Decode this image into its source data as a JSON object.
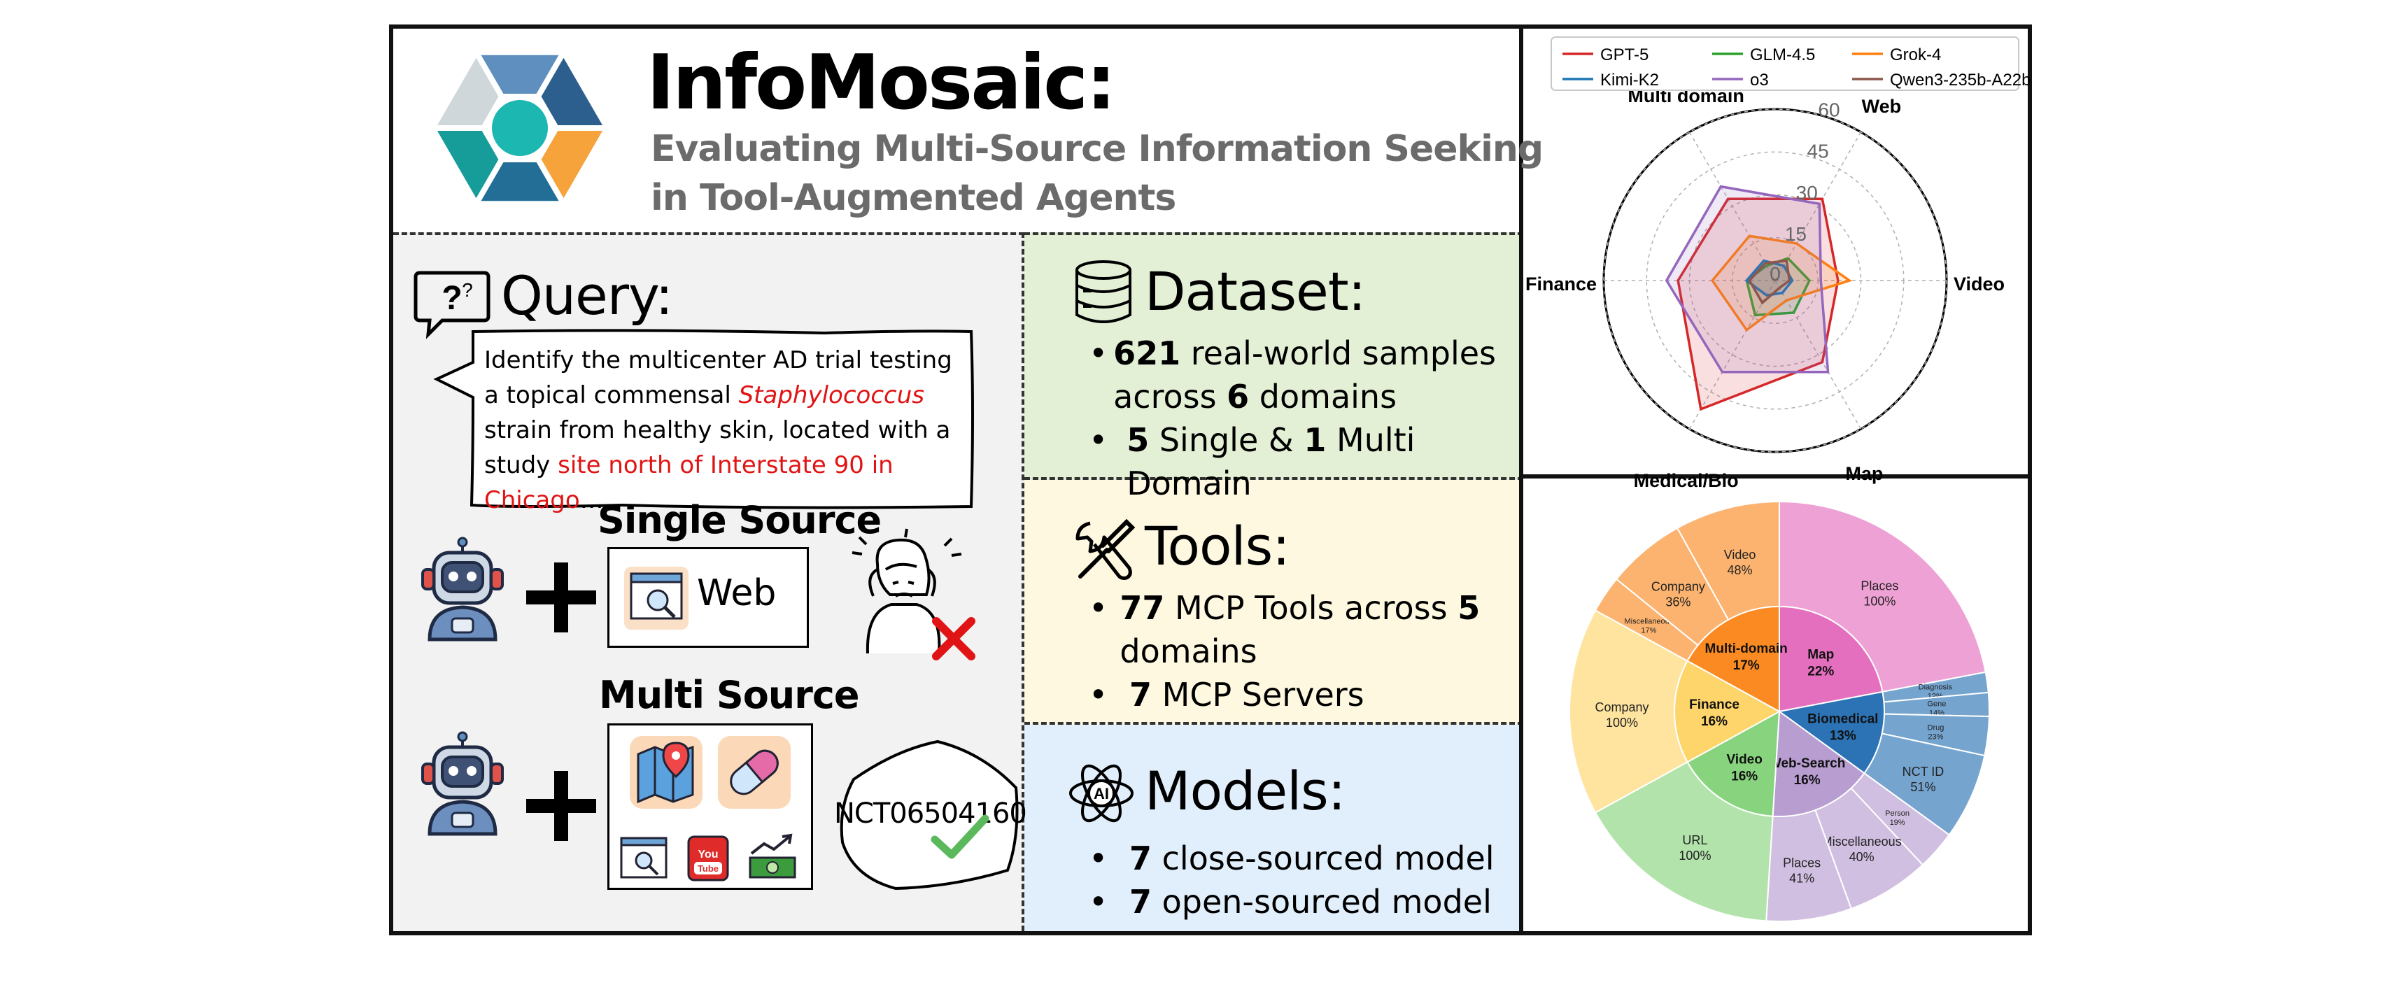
{
  "header": {
    "title": "InfoMosaic:",
    "subtitle_line1": "Evaluating Multi-Source Information Seeking",
    "subtitle_line2": "in Tool-Augmented Agents"
  },
  "query": {
    "heading": "Query:",
    "text_parts": [
      {
        "t": "Identify the multicenter AD trial testing a topical commensal ",
        "style": "normal"
      },
      {
        "t": "Staphylococcus",
        "style": "red-italic"
      },
      {
        "t": " strain from healthy skin, located with a study ",
        "style": "normal"
      },
      {
        "t": "site north of Interstate 90 in Chicago",
        "style": "red"
      },
      {
        "t": "….",
        "style": "normal"
      }
    ],
    "single_source_label": "Single Source",
    "web_label": "Web",
    "multi_source_label": "Multi Source",
    "answer": "NCT06504160"
  },
  "dataset": {
    "heading": "Dataset:",
    "bullets": [
      [
        {
          "t": "621",
          "b": true
        },
        {
          "t": " real-world samples across ",
          "b": false
        },
        {
          "t": "6",
          "b": true
        },
        {
          "t": " domains",
          "b": false
        }
      ],
      [
        {
          "t": "5",
          "b": true
        },
        {
          "t": " Single & ",
          "b": false
        },
        {
          "t": "1",
          "b": true
        },
        {
          "t": " Multi Domain",
          "b": false
        }
      ]
    ]
  },
  "tools": {
    "heading": "Tools:",
    "bullets": [
      [
        {
          "t": "77",
          "b": true
        },
        {
          "t": " MCP Tools across ",
          "b": false
        },
        {
          "t": "5",
          "b": true
        },
        {
          "t": " domains",
          "b": false
        }
      ],
      [
        {
          "t": "7",
          "b": true
        },
        {
          "t": " MCP Servers",
          "b": false
        }
      ]
    ]
  },
  "models": {
    "heading": "Models:",
    "bullets": [
      [
        {
          "t": "7",
          "b": true
        },
        {
          "t": " close-sourced model",
          "b": false
        }
      ],
      [
        {
          "t": "7",
          "b": true
        },
        {
          "t": " open-sourced model",
          "b": false
        }
      ]
    ]
  },
  "icons": {
    "logo": "hexagon-mosaic-logo",
    "query": "question-speech-bubble-icon",
    "robot": "robot-agent-icon",
    "web": "browser-search-icon",
    "frustrated": "frustrated-person-icon",
    "cross": "red-cross-icon",
    "map": "map-pin-icon",
    "pill": "pill-icon",
    "youtube": "youtube-icon",
    "money": "money-chart-icon",
    "check": "green-check-icon",
    "database": "database-icon",
    "tools": "wrench-screwdriver-icon",
    "ai": "ai-atom-icon"
  },
  "colors": {
    "query_bg": "#f2f2f2",
    "dataset_bg": "#e3f0d6",
    "tools_bg": "#fdf8df",
    "models_bg": "#e1eefb",
    "red_text": "#e01414"
  },
  "chart_data": [
    {
      "type": "radar",
      "axes": [
        "Web",
        "Video",
        "Map",
        "Medical/Bio",
        "Finance",
        "Multi domain"
      ],
      "r_ticks": [
        0,
        15,
        30,
        45,
        60
      ],
      "r_max": 60,
      "legend_position": "top",
      "series": [
        {
          "name": "GPT-5",
          "color": "#d62728",
          "values": [
            33,
            22,
            33,
            52,
            34,
            33
          ]
        },
        {
          "name": "GLM-4.5",
          "color": "#2ca02c",
          "values": [
            9,
            12,
            13,
            14,
            10,
            6
          ]
        },
        {
          "name": "Grok-4",
          "color": "#ff7f0e",
          "values": [
            15,
            26,
            8,
            20,
            22,
            18
          ]
        },
        {
          "name": "Kimi-K2",
          "color": "#1f77b4",
          "values": [
            6,
            6,
            5,
            6,
            10,
            8
          ]
        },
        {
          "name": "o3",
          "color": "#9467bd",
          "values": [
            31,
            16,
            37,
            37,
            38,
            38
          ]
        },
        {
          "name": "Qwen3-235b-A22b",
          "color": "#8c564b",
          "values": [
            8,
            5,
            3,
            9,
            9,
            7
          ]
        }
      ]
    },
    {
      "type": "sunburst",
      "inner": [
        {
          "label": "Map",
          "value": "22%",
          "color": "#e56fbf"
        },
        {
          "label": "Biomedical",
          "value": "13%",
          "color": "#2b73b5"
        },
        {
          "label": "Web-Search",
          "value": "16%",
          "color": "#b89dd1"
        },
        {
          "label": "Video",
          "value": "16%",
          "color": "#88d47e"
        },
        {
          "label": "Finance",
          "value": "16%",
          "color": "#fdd56b"
        },
        {
          "label": "Multi-domain",
          "value": "17%",
          "color": "#fa8a21"
        }
      ],
      "outer": [
        {
          "label": "Places",
          "value": "100%",
          "parent": "Map"
        },
        {
          "label": "Diagnosis",
          "value": "12%",
          "parent": "Biomedical"
        },
        {
          "label": "Gene",
          "value": "14%",
          "parent": "Biomedical"
        },
        {
          "label": "Drug",
          "value": "23%",
          "parent": "Biomedical"
        },
        {
          "label": "NCT ID",
          "value": "51%",
          "parent": "Biomedical"
        },
        {
          "label": "Person",
          "value": "19%",
          "parent": "Web-Search"
        },
        {
          "label": "Miscellaneous",
          "value": "40%",
          "parent": "Web-Search"
        },
        {
          "label": "Places",
          "value": "41%",
          "parent": "Web-Search"
        },
        {
          "label": "URL",
          "value": "100%",
          "parent": "Video"
        },
        {
          "label": "Company",
          "value": "100%",
          "parent": "Finance"
        },
        {
          "label": "Miscellaneous",
          "value": "17%",
          "parent": "Multi-domain"
        },
        {
          "label": "Company",
          "value": "36%",
          "parent": "Multi-domain"
        },
        {
          "label": "Video",
          "value": "48%",
          "parent": "Multi-domain"
        }
      ]
    }
  ]
}
